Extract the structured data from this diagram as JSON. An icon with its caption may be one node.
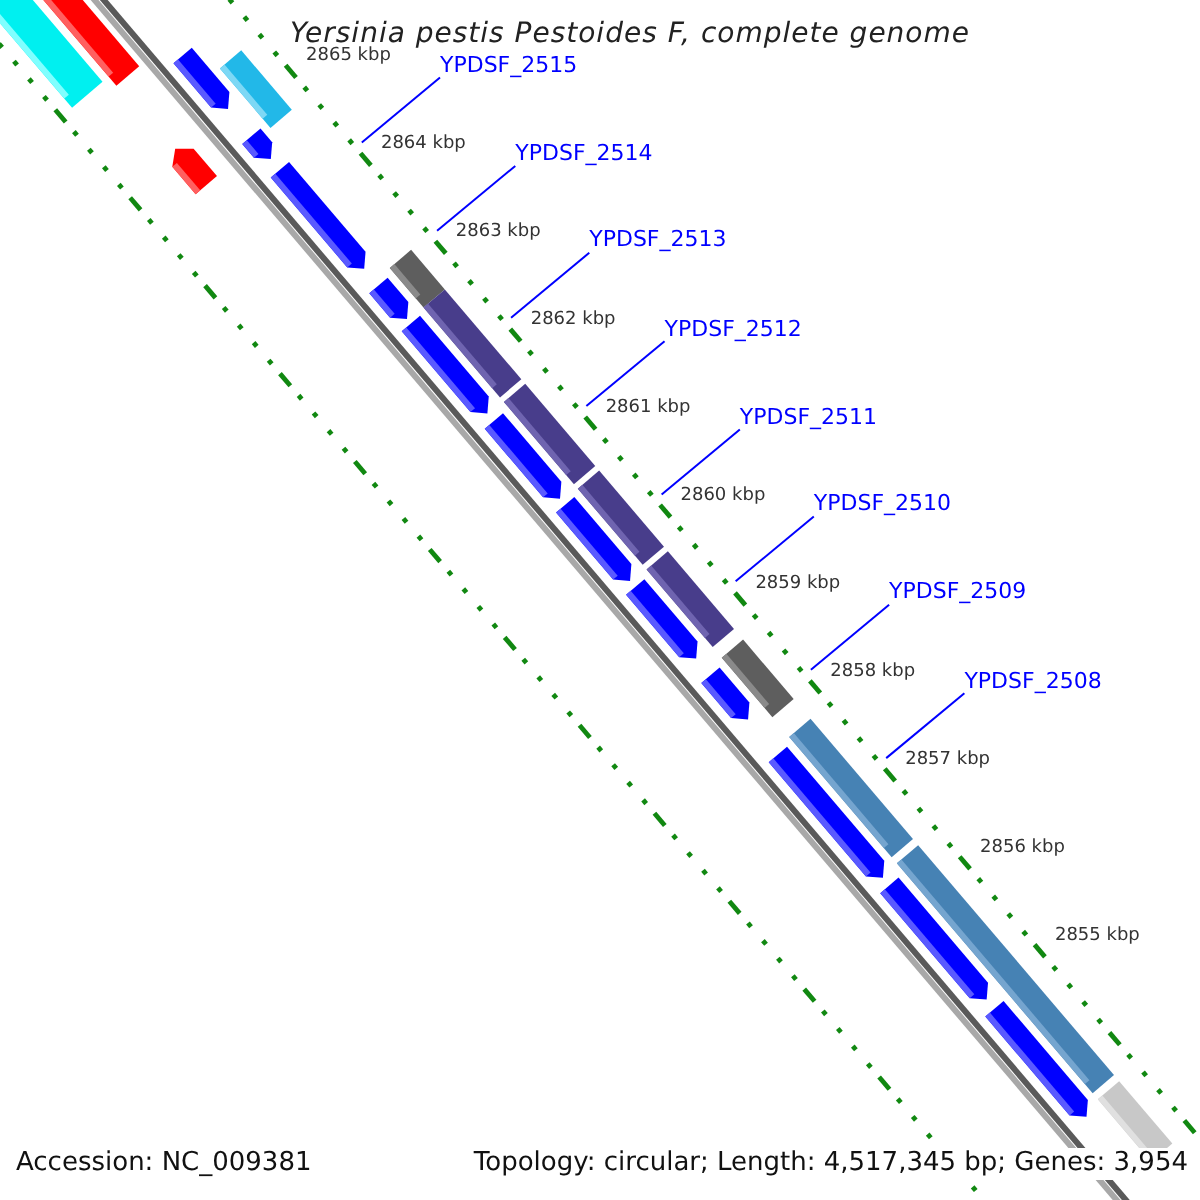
{
  "diagram": {
    "title": "Yersinia pestis Pestoides F, complete genome",
    "nodes": [
      {
        "text": [
          "YPDSF_2515"
        ]
      },
      {
        "text": [
          "YPDSF_2514"
        ]
      },
      {
        "text": [
          "YPDSF_2513"
        ]
      },
      {
        "text": [
          "YPDSF_2512"
        ]
      },
      {
        "text": [
          "YPDSF_2511"
        ]
      },
      {
        "text": [
          "YPDSF_2510"
        ]
      },
      {
        "text": [
          "YPDSF_2509"
        ]
      },
      {
        "text": [
          "YPDSF_2508"
        ]
      }
    ],
    "edges": [
      {
        "from": 0,
        "to": null,
        "arrow": "none"
      },
      {
        "from": 1,
        "to": null,
        "arrow": "none"
      },
      {
        "from": 2,
        "to": null,
        "arrow": "none"
      },
      {
        "from": 3,
        "to": null,
        "arrow": "none"
      },
      {
        "from": 4,
        "to": null,
        "arrow": "none"
      },
      {
        "from": 5,
        "to": null,
        "arrow": "none"
      },
      {
        "from": 6,
        "to": null,
        "arrow": "none"
      },
      {
        "from": 7,
        "to": null,
        "arrow": "none"
      }
    ],
    "labels": [
      "2865 kbp",
      "2864 kbp",
      "2863 kbp",
      "2862 kbp",
      "2861 kbp",
      "2860 kbp",
      "2859 kbp",
      "2858 kbp",
      "2857 kbp",
      "2856 kbp",
      "2855 kbp",
      "Accession: NC_009381",
      "Topology: circular; Length: 4,517,345 bp; Genes: 3,954"
    ]
  }
}
